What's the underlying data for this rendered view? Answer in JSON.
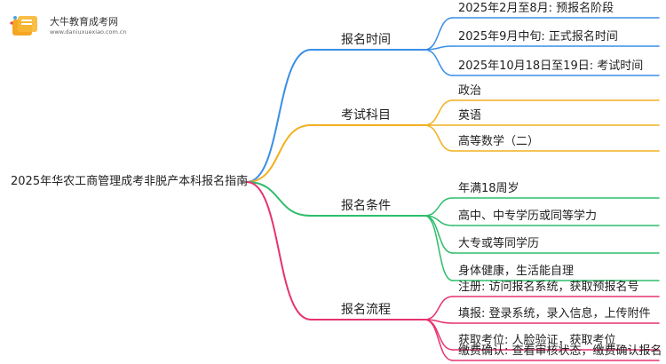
{
  "logo": {
    "name": "大牛教育成考网",
    "url": "www.daniuxuexiao.com.cn"
  },
  "root": "2025年华农工商管理成考非脱产本科报名指南",
  "branches": [
    {
      "label": "报名时间",
      "color": "#3a8ee6",
      "items": [
        "2025年2月至8月: 预报名阶段",
        "2025年9月中旬: 正式报名时间",
        "2025年10月18日至19日: 考试时间"
      ]
    },
    {
      "label": "考试科目",
      "color": "#f2b01e",
      "items": [
        "政治",
        "英语",
        "高等数学（二）"
      ]
    },
    {
      "label": "报名条件",
      "color": "#2ebd6b",
      "items": [
        "年满18周岁",
        "高中、中专学历或同等学力",
        "大专或等同学历",
        "身体健康，生活能自理"
      ]
    },
    {
      "label": "报名流程",
      "color": "#e6336f",
      "items": [
        "注册: 访问报名系统，获取预报名号",
        "填报: 登录系统，录入信息，上传附件",
        "获取考位: 人脸验证，获取考位",
        "缴费确认: 查看审核状态，缴费确认报名"
      ]
    }
  ]
}
